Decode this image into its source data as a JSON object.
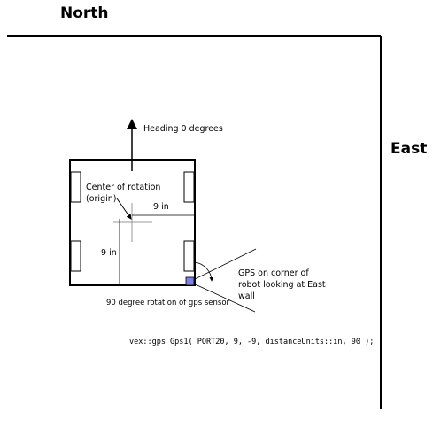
{
  "walls": {
    "north_label": "North",
    "east_label": "East"
  },
  "annotations": {
    "heading": "Heading 0 degrees",
    "center_line1": "Center of rotation",
    "center_line2": "(origin)",
    "offset_x": "9 in",
    "offset_y": "9 in",
    "gps_line1": "GPS on corner of",
    "gps_line2": "robot looking at East",
    "gps_line3": "wall",
    "rotation_note": "90 degree rotation of gps sensor"
  },
  "code": {
    "line": "vex::gps Gps1( PORT20, 9, -9, distanceUnits::in, 90 );"
  },
  "colors": {
    "lines": "#000000",
    "gps_sensor": "#8080e0",
    "guides": "#999999"
  }
}
